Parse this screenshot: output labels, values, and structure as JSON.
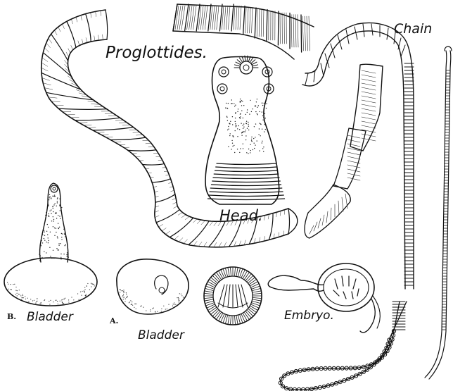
{
  "figure": {
    "background": "#ffffff",
    "ink": "#111111",
    "labels": {
      "proglottides": "Proglottides.",
      "chain": "Chain",
      "head": "Head.",
      "bladder_b_letter": "B.",
      "bladder_b": "Bladder",
      "bladder_a_letter": "A.",
      "bladder_a": "Bladder",
      "embryo": "Embryo."
    },
    "parts": [
      "proglottides-worm",
      "proglottides-segment-strip",
      "head-scolex",
      "chain-coil",
      "chain-single-segments",
      "long-chain",
      "bladder-b",
      "bladder-a",
      "cyst-cross-section",
      "embryo",
      "thin-strobila"
    ]
  }
}
